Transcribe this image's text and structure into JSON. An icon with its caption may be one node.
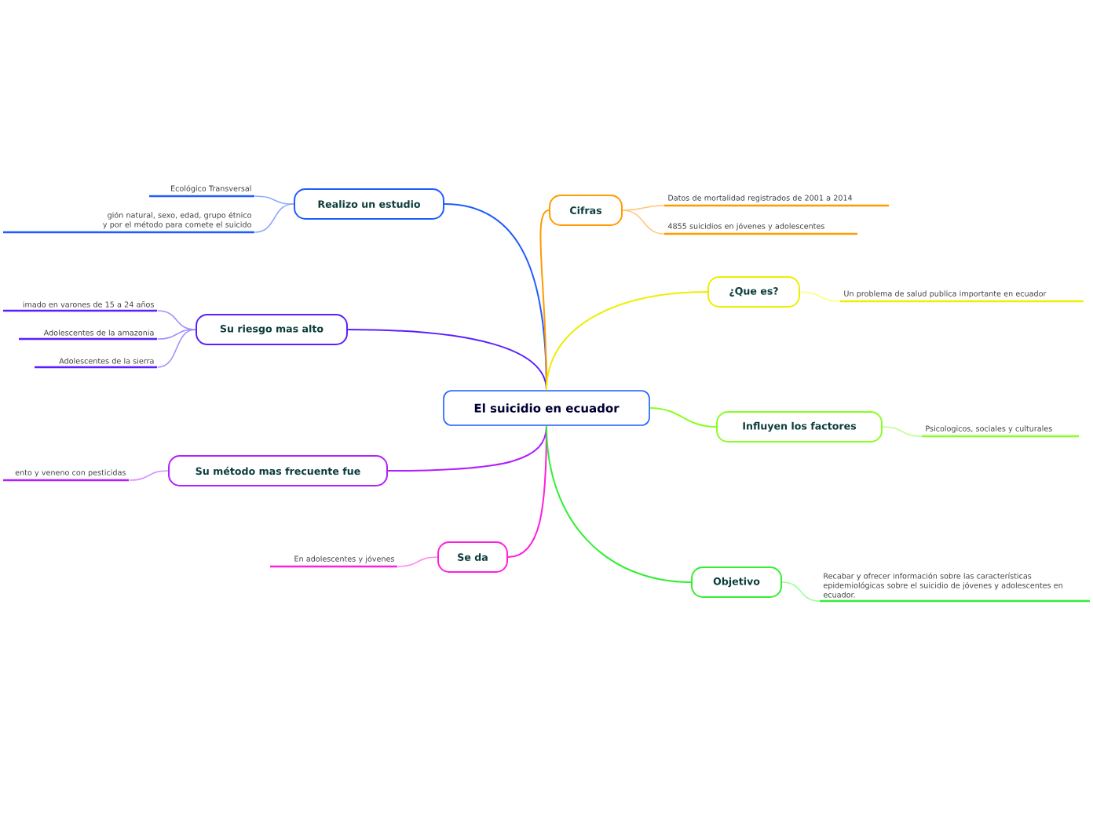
{
  "diagram": {
    "nodes": [
      {
        "text": [
          "El suicidio en ecuador"
        ]
      },
      {
        "text": [
          "Realizo un estudio"
        ]
      },
      {
        "text": [
          "Ecológico Transversal"
        ]
      },
      {
        "text": [
          "gión natural, sexo, edad, grupo étnico y por el método para comete el suicido"
        ]
      },
      {
        "text": [
          "Su riesgo mas alto"
        ]
      },
      {
        "text": [
          "imado en varones de 15 a 24 años"
        ]
      },
      {
        "text": [
          "Adolescentes de la amazonia"
        ]
      },
      {
        "text": [
          "Adolescentes de la sierra"
        ]
      },
      {
        "text": [
          "Su método mas frecuente fue"
        ]
      },
      {
        "text": [
          "ento y veneno con pesticidas"
        ]
      },
      {
        "text": [
          "Se da"
        ]
      },
      {
        "text": [
          "En adolescentes y jóvenes"
        ]
      },
      {
        "text": [
          "Cifras"
        ]
      },
      {
        "text": [
          "Datos de mortalidad registrados de 2001 a 2014"
        ]
      },
      {
        "text": [
          "4855 suicidios en jóvenes y adolescentes"
        ]
      },
      {
        "text": [
          "¿Que es?"
        ]
      },
      {
        "text": [
          "Un problema de salud publica importante en ecuador"
        ]
      },
      {
        "text": [
          "Influyen los factores"
        ]
      },
      {
        "text": [
          "Psicologicos, sociales y culturales"
        ]
      },
      {
        "text": [
          "Objetivo"
        ]
      },
      {
        "text": [
          "Recabar y ofrecer información sobre las características epidemiológicas sobre el suicidio de jóvenes y adolescentes en ecuador."
        ]
      }
    ],
    "edges": [
      {
        "from": 0,
        "to": 1,
        "arrow": "none",
        "color": "#1f5cff"
      },
      {
        "from": 1,
        "to": 2,
        "arrow": "none",
        "color": "#8fa8ff"
      },
      {
        "from": 1,
        "to": 3,
        "arrow": "none",
        "color": "#8fa8ff"
      },
      {
        "from": 0,
        "to": 4,
        "arrow": "none",
        "color": "#5b1fff"
      },
      {
        "from": 4,
        "to": 5,
        "arrow": "none",
        "color": "#a58fff"
      },
      {
        "from": 4,
        "to": 6,
        "arrow": "none",
        "color": "#a58fff"
      },
      {
        "from": 4,
        "to": 7,
        "arrow": "none",
        "color": "#a58fff"
      },
      {
        "from": 0,
        "to": 8,
        "arrow": "none",
        "color": "#b01fff"
      },
      {
        "from": 8,
        "to": 9,
        "arrow": "none",
        "color": "#d98fff"
      },
      {
        "from": 0,
        "to": 10,
        "arrow": "none",
        "color": "#ff1fdd"
      },
      {
        "from": 10,
        "to": 11,
        "arrow": "none",
        "color": "#ff8fe8"
      },
      {
        "from": 0,
        "to": 12,
        "arrow": "none",
        "color": "#ff9a00"
      },
      {
        "from": 12,
        "to": 13,
        "arrow": "none",
        "color": "#ffc87a"
      },
      {
        "from": 12,
        "to": 14,
        "arrow": "none",
        "color": "#ffc87a"
      },
      {
        "from": 0,
        "to": 15,
        "arrow": "none",
        "color": "#eeee00"
      },
      {
        "from": 15,
        "to": 16,
        "arrow": "none",
        "color": "#ffff80"
      },
      {
        "from": 0,
        "to": 17,
        "arrow": "none",
        "color": "#88ff22"
      },
      {
        "from": 17,
        "to": 18,
        "arrow": "none",
        "color": "#c0ff8f"
      },
      {
        "from": 0,
        "to": 19,
        "arrow": "none",
        "color": "#33ee33"
      },
      {
        "from": 19,
        "to": 20,
        "arrow": "none",
        "color": "#99ff99"
      }
    ]
  }
}
